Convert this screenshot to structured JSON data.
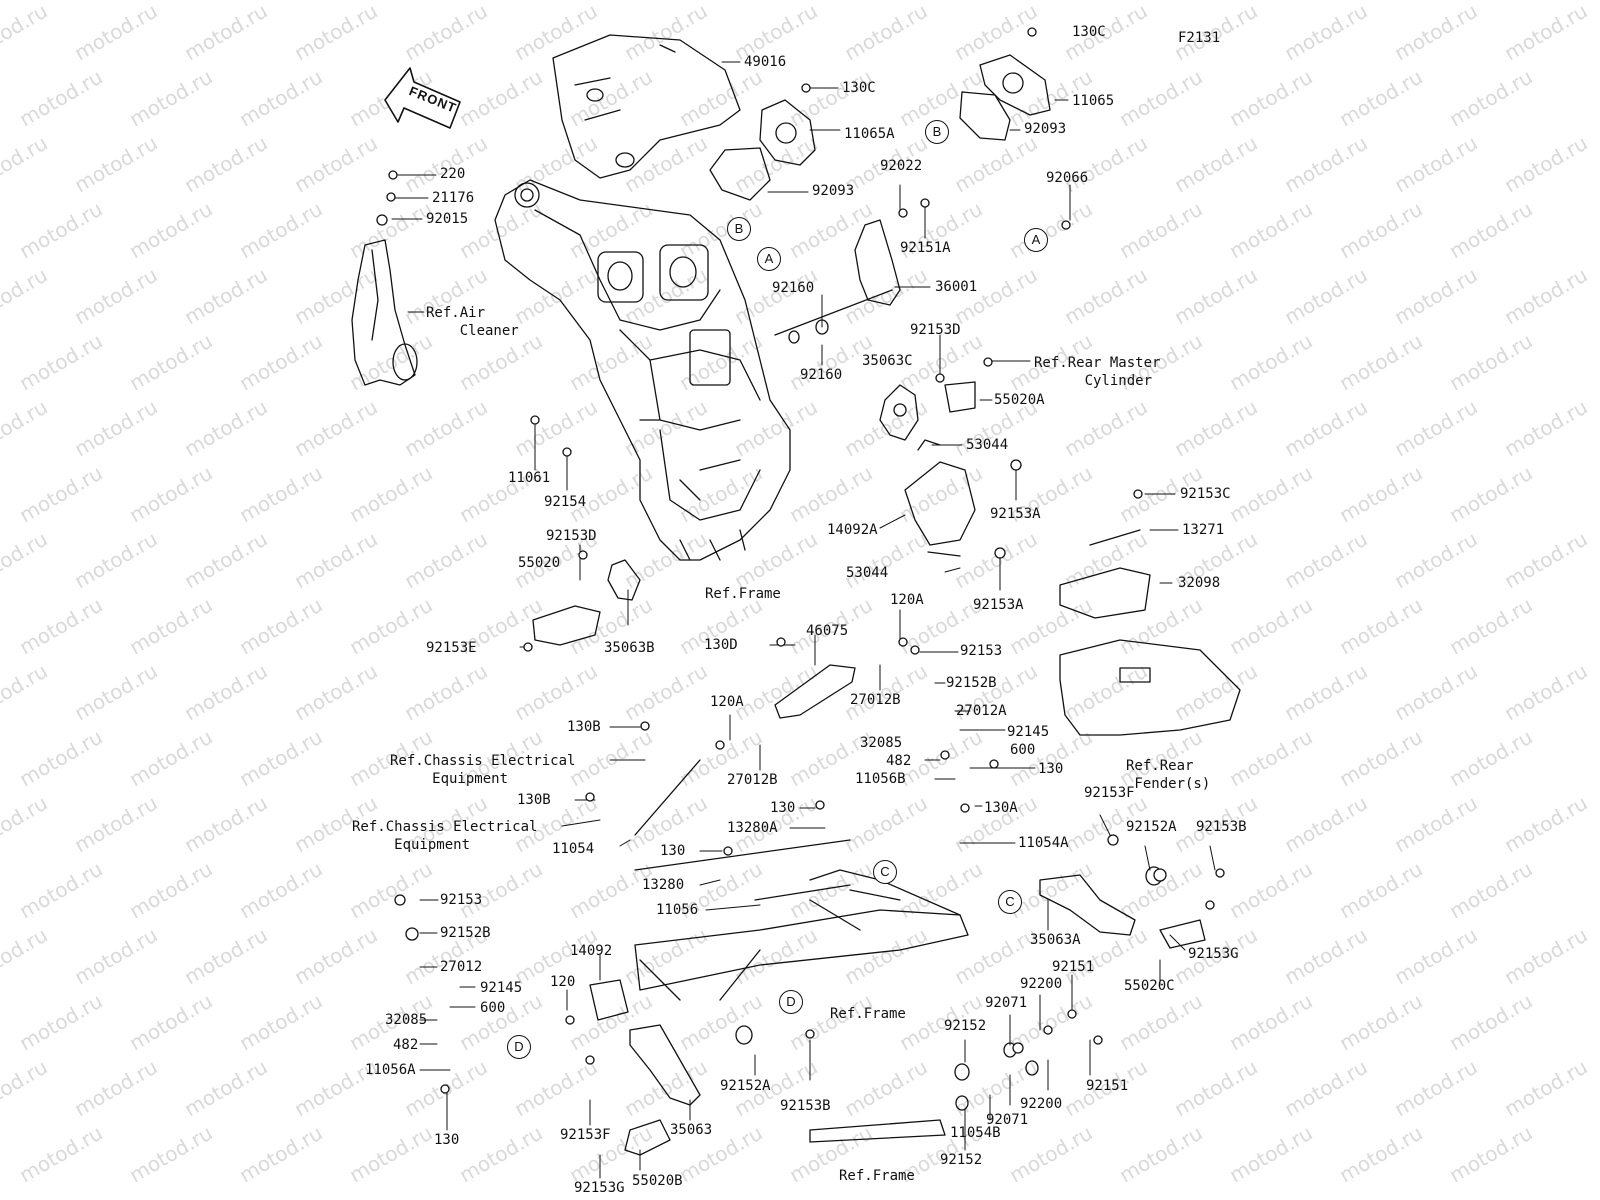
{
  "figure_code": "F2131",
  "watermark_text": "motod.ru",
  "front_arrow": {
    "text": "FRONT",
    "icon": "front-direction-arrow-icon"
  },
  "colors": {
    "ink": "#111111",
    "watermark": "#d9d9d9",
    "background": "#ffffff"
  },
  "circle_markers": {
    "a": "A",
    "b": "B",
    "c": "C",
    "d": "D"
  },
  "refs": {
    "air_cleaner": "Ref.Air\n    Cleaner",
    "rear_master_cylinder": "Ref.Rear Master\n      Cylinder",
    "frame_top": "Ref.Frame",
    "rear_fender": "Ref.Rear\n Fender(s)",
    "chassis_electrical_1": "Ref.Chassis Electrical\n     Equipment",
    "chassis_electrical_2": "Ref.Chassis Electrical\n     Equipment",
    "frame_mid": "Ref.Frame",
    "frame_bottom": "Ref.Frame"
  },
  "part_labels": {
    "p130c_top": "130C",
    "p49016": "49016",
    "p130c_mid": "130C",
    "p11065a": "11065A",
    "p11065": "11065",
    "p92093_right": "92093",
    "p92093_left": "92093",
    "p220": "220",
    "p21176": "21176",
    "p92015": "92015",
    "p92022": "92022",
    "p92066": "92066",
    "p92151a": "92151A",
    "p36001": "36001",
    "p92160_a": "92160",
    "p92160_b": "92160",
    "p92153d_top": "92153D",
    "p35063c": "35063C",
    "p55020a": "55020A",
    "p53044_top": "53044",
    "p11061": "11061",
    "p92154": "92154",
    "p92153a_top": "92153A",
    "p14092a": "14092A",
    "p53044_bottom": "53044",
    "p92153a_bottom": "92153A",
    "p92153c": "92153C",
    "p13271": "13271",
    "p32098": "32098",
    "p92153d_left": "92153D",
    "p55020": "55020",
    "p92153e": "92153E",
    "p35063b": "35063B",
    "p120a_top": "120A",
    "p46075": "46075",
    "p130d": "130D",
    "p92153_right": "92153",
    "p27012b_right": "27012B",
    "p92152b_right": "92152B",
    "p120a_mid": "120A",
    "p27012a": "27012A",
    "p130b_top": "130B",
    "p92145_right": "92145",
    "p32085_right": "32085",
    "p600_right": "600",
    "p27012b_left": "27012B",
    "p482_right": "482",
    "p130_right": "130",
    "p11056b": "11056B",
    "p130b_mid": "130B",
    "p130_mid": "130",
    "p130a": "130A",
    "p13280a": "13280A",
    "p92153f_right": "92153F",
    "p92152a_right": "92152A",
    "p92153b_right": "92153B",
    "p11054": "11054",
    "p11054a": "11054A",
    "p130_low": "130",
    "p13280": "13280",
    "p11056": "11056",
    "p35063a": "35063A",
    "p92153_left": "92153",
    "p92153g_right": "92153G",
    "p92152b_left": "92152B",
    "p14092": "14092",
    "p27012": "27012",
    "p55020c": "55020C",
    "p120": "120",
    "p92145_left": "92145",
    "p600_left": "600",
    "p92151_top": "92151",
    "p92200_top": "92200",
    "p92071_top": "92071",
    "p32085_left": "32085",
    "p482_left": "482",
    "p11056a": "11056A",
    "p92152_top": "92152",
    "p92152a_left": "92152A",
    "p92153b_left": "92153B",
    "p92151_bottom": "92151",
    "p92200_bottom": "92200",
    "p92071_bottom": "92071",
    "p130_bottom": "130",
    "p92153f_left": "92153F",
    "p35063": "35063",
    "p11054b": "11054B",
    "p92152_bottom": "92152",
    "p55020b": "55020B",
    "p92153g_left": "92153G"
  }
}
